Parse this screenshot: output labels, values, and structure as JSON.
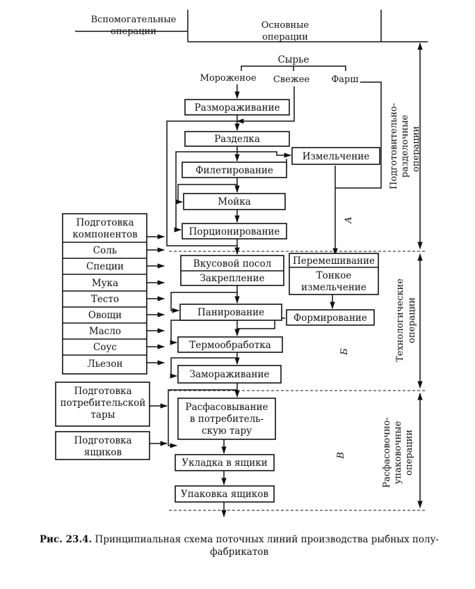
{
  "headers": {
    "aux": [
      "Вспомогательные",
      "операции"
    ],
    "main": [
      "Основные",
      "операции"
    ]
  },
  "raw": {
    "title": "Сырье",
    "frozen": "Мороженое",
    "fresh": "Свежее",
    "mince": "Фарш"
  },
  "boxes": {
    "thawing": "Размораживание",
    "cutting": "Разделка",
    "filleting": "Филетирование",
    "washing": "Мойка",
    "portioning": "Порционирование",
    "grinding": "Измельчение",
    "salting": "Вкусовой посол",
    "fixing": "Закрепление",
    "mixing": "Перемешивание",
    "fine_grinding": [
      "Тонкое",
      "измельчение"
    ],
    "breading": "Панирование",
    "forming": "Формирование",
    "heat": "Термообработка",
    "freezing": "Замораживание",
    "packing": [
      "Расфасовывание",
      "в потребитель-",
      "скую тару"
    ],
    "boxing": "Укладка в ящики",
    "box_wrap": "Упаковка ящиков"
  },
  "aux_items": {
    "components": [
      "Подготовка",
      "компонентов"
    ],
    "list": [
      "Соль",
      "Специи",
      "Мука",
      "Тесто",
      "Овощи",
      "Масло",
      "Соус",
      "Льезон"
    ],
    "consumer_tara": [
      "Подготовка",
      "потребительской",
      "тары"
    ],
    "crates": [
      "Подготовка",
      "ящиков"
    ]
  },
  "stage_letters": [
    "А",
    "Б",
    "В"
  ],
  "side_labels": {
    "prep": [
      "Подготовительно-",
      "разделочные",
      "операции"
    ],
    "tech": [
      "Технологические",
      "операции"
    ],
    "pack": [
      "Расфасовочно-",
      "упаковочные",
      "операции"
    ]
  },
  "caption": {
    "label": "Рис. 23.4.",
    "text": "Принципиальная схема поточных линий производства рыбных полу-",
    "text2": "фабрикатов"
  }
}
